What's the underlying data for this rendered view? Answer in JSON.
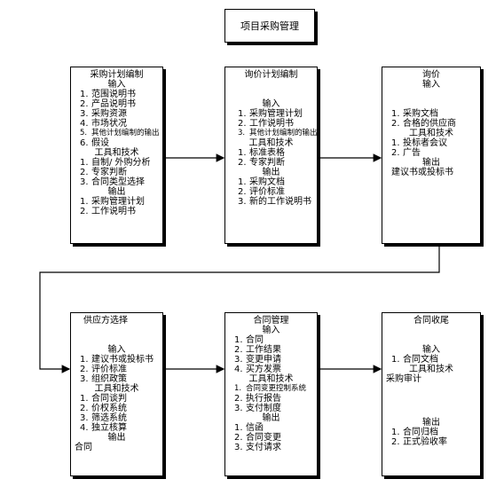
{
  "title": "项目采购管理",
  "boxes": {
    "procurement_planning": {
      "heading": "采购计划编制",
      "input_label": "输入",
      "inputs": [
        "1.",
        "范围说明书",
        "2.",
        "产品说明书",
        "3.",
        "采购资源",
        "4.",
        "市场状况",
        "5.",
        "其他计划编制的输出",
        "6.",
        "假设"
      ],
      "tools_label": "工具和技术",
      "tools": [
        "1.",
        "自制/ 外购分析",
        "2.",
        "专家判断",
        "3.",
        "合同类型选择"
      ],
      "output_label": "输出",
      "outputs": [
        "1.",
        "采购管理计划",
        "2.",
        "工作说明书"
      ]
    },
    "solicitation_planning": {
      "heading": "询价计划编制",
      "input_label": "输入",
      "inputs": [
        "1.",
        "采购管理计划",
        "2.",
        "工作说明书",
        "3.",
        "其他计划编制的输出"
      ],
      "tools_label": "工具和技术",
      "tools": [
        "1.",
        "标准表格",
        "2.",
        "专家判断"
      ],
      "output_label": "输出",
      "outputs": [
        "1.",
        "采购文档",
        "2.",
        "评价标准",
        "3.",
        "新的工作说明书"
      ]
    },
    "solicitation": {
      "heading": "询价",
      "input_label": "输入",
      "inputs": [
        "1.",
        "采购文档",
        "2.",
        "合格的供应商"
      ],
      "tools_label": "工具和技术",
      "tools": [
        "1.",
        "投标者会议",
        "2.",
        "广告"
      ],
      "output_label": "输出",
      "outputs_text": "建议书或投标书"
    },
    "source_selection": {
      "heading": "供应方选择",
      "input_label": "输入",
      "inputs": [
        "1.",
        "建议书或投标书",
        "2.",
        "评价标准",
        "3.",
        "组织政策"
      ],
      "tools_label": "工具和技术",
      "tools": [
        "1.",
        "合同谈判",
        "2.",
        "价权系统",
        "3.",
        "筛选系统",
        "4.",
        "独立核算"
      ],
      "output_label": "输出",
      "outputs_text": "合同"
    },
    "contract_administration": {
      "heading": "合同管理",
      "input_label": "输入",
      "inputs": [
        "1.",
        "合同",
        "2.",
        "工作结果",
        "3.",
        "变更申请",
        "4.",
        "买方发票"
      ],
      "tools_label": "工具和技术",
      "tools": [
        "1.",
        "合同变更控制系统",
        "2.",
        "执行报告",
        "3.",
        "支付制度"
      ],
      "output_label": "输出",
      "outputs": [
        "1.",
        "信函",
        "2.",
        "合同变更",
        "3.",
        "支付请求"
      ]
    },
    "contract_closeout": {
      "heading": "合同收尾",
      "input_label": "输入",
      "inputs": [
        "1.",
        "合同文档"
      ],
      "tools_label": "工具和技术",
      "tools_text": "采购审计",
      "output_label": "输出",
      "outputs": [
        "1.",
        "合同归档",
        "2.",
        "正式验收率"
      ]
    }
  }
}
